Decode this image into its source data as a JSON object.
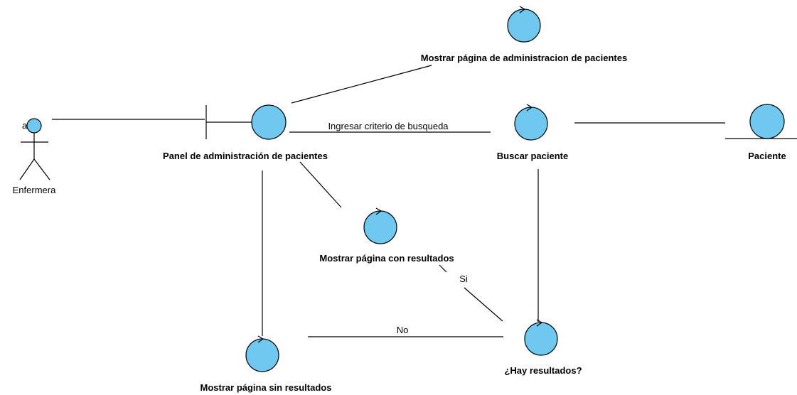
{
  "actor": {
    "name": "Enfermera",
    "marker": "a"
  },
  "nodes": {
    "panel": {
      "label": "Panel de administración de pacientes",
      "kind": "boundary"
    },
    "show_admin": {
      "label": "Mostrar página de administracion de pacientes",
      "kind": "control"
    },
    "search": {
      "label": "Buscar paciente",
      "kind": "control"
    },
    "patient": {
      "label": "Paciente",
      "kind": "entity"
    },
    "show_results": {
      "label": "Mostrar página con resultados",
      "kind": "control"
    },
    "has_results": {
      "label": "¿Hay resultados?",
      "kind": "control"
    },
    "show_no_results": {
      "label": "Mostrar página sin resultados",
      "kind": "control"
    }
  },
  "edges": {
    "search_criteria": "Ingresar criterio de busqueda",
    "yes": "Si",
    "no": "No"
  },
  "colors": {
    "node_fill": "#6ec8ef",
    "stroke": "#000000",
    "background": "#ffffff"
  }
}
